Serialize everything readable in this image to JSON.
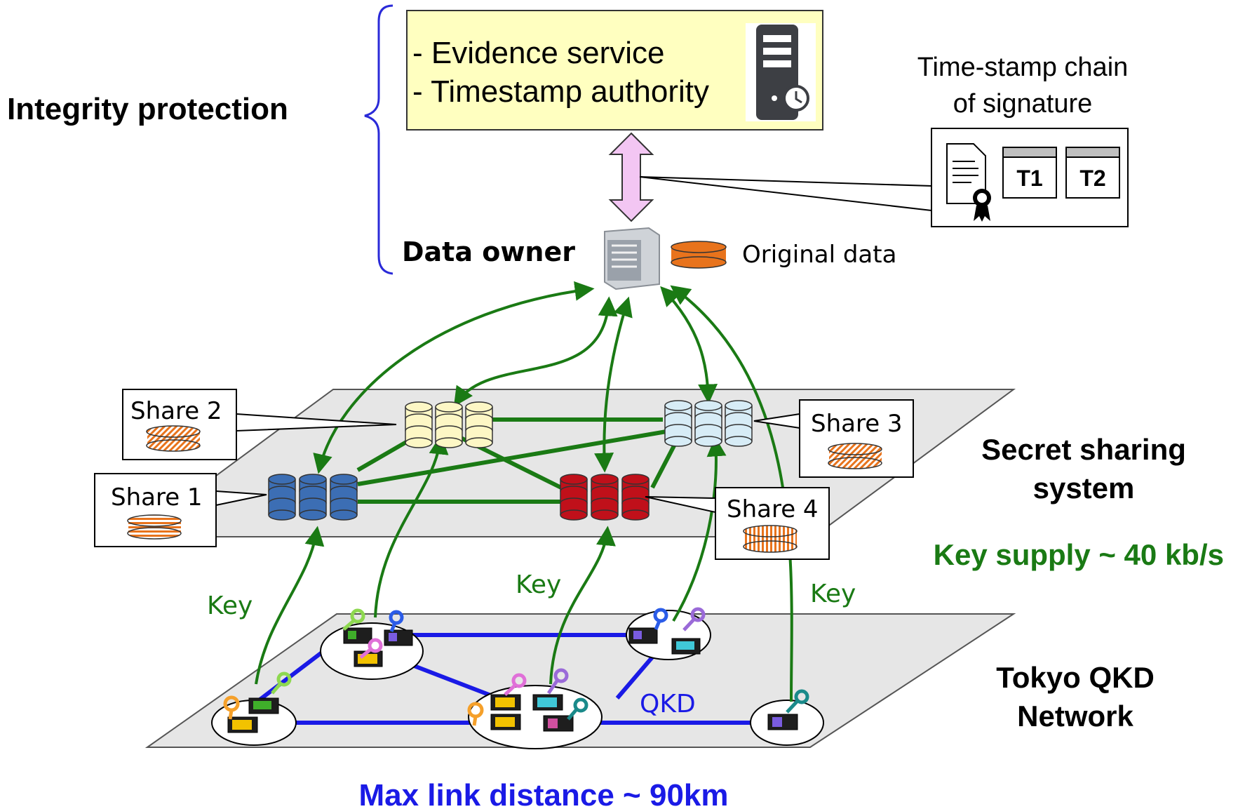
{
  "integrity": {
    "label": "Integrity protection",
    "services": [
      "- Evidence service",
      "- Timestamp authority"
    ],
    "chain_title_line1": "Time-stamp chain",
    "chain_title_line2": "of signature",
    "chain_items": [
      "T1",
      "T2"
    ]
  },
  "owner": {
    "label": "Data owner",
    "legend": "Original data"
  },
  "secret_sharing": {
    "label_line1": "Secret sharing",
    "label_line2": "system",
    "shares": [
      "Share 1",
      "Share 2",
      "Share 3",
      "Share 4"
    ]
  },
  "keys": {
    "label": "Key",
    "supply": "Key supply ~ 40 kb/s"
  },
  "qkd": {
    "label_line1": "Tokyo QKD",
    "label_line2": "Network",
    "link_label": "QKD",
    "max_distance": "Max link distance ~ 90km"
  },
  "colors": {
    "green": "#1a7a14",
    "blue": "#1a1ae6",
    "plane": "#e6e6e6",
    "yellow_box": "#ffffc0",
    "arrow_pink": "#f3c6f3",
    "db_blue": "#3c6eb4",
    "db_yellow": "#fdf7c5",
    "db_lightblue": "#d7ecf6",
    "db_red": "#c0101a",
    "orange": "#e8731c"
  }
}
